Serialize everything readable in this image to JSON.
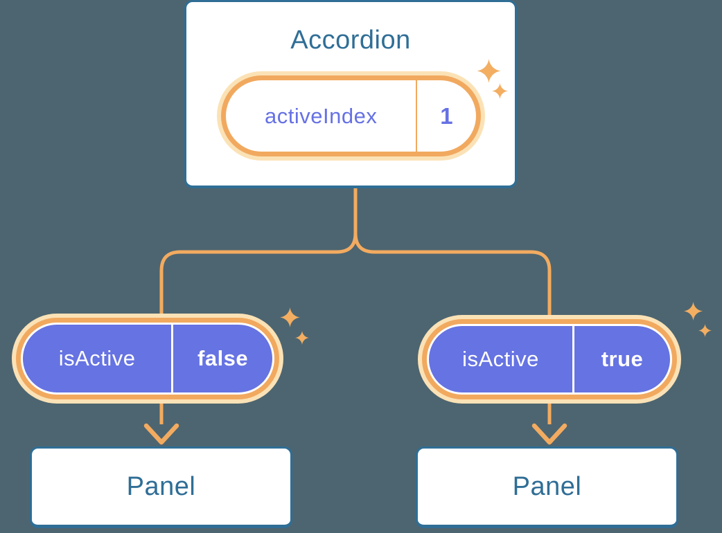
{
  "colors": {
    "background": "#4D6570",
    "card_fill": "#FFFFFF",
    "card_border": "#2F6E96",
    "card_text": "#2F6E96",
    "connector": "#F2AB60",
    "pill_ring": "#F1A95F",
    "pill_glow": "#FBE2B6",
    "prop_pill_fill": "#6673E2",
    "prop_pill_text": "#FFFFFF",
    "state_pill_text": "#6671E4",
    "sparkle": "#F3AE62"
  },
  "accordion": {
    "title": "Accordion",
    "state_pill": {
      "label": "activeIndex",
      "value": "1"
    }
  },
  "children": [
    {
      "pill": {
        "label": "isActive",
        "value": "false"
      },
      "panel": {
        "title": "Panel"
      }
    },
    {
      "pill": {
        "label": "isActive",
        "value": "true"
      },
      "panel": {
        "title": "Panel"
      }
    }
  ]
}
